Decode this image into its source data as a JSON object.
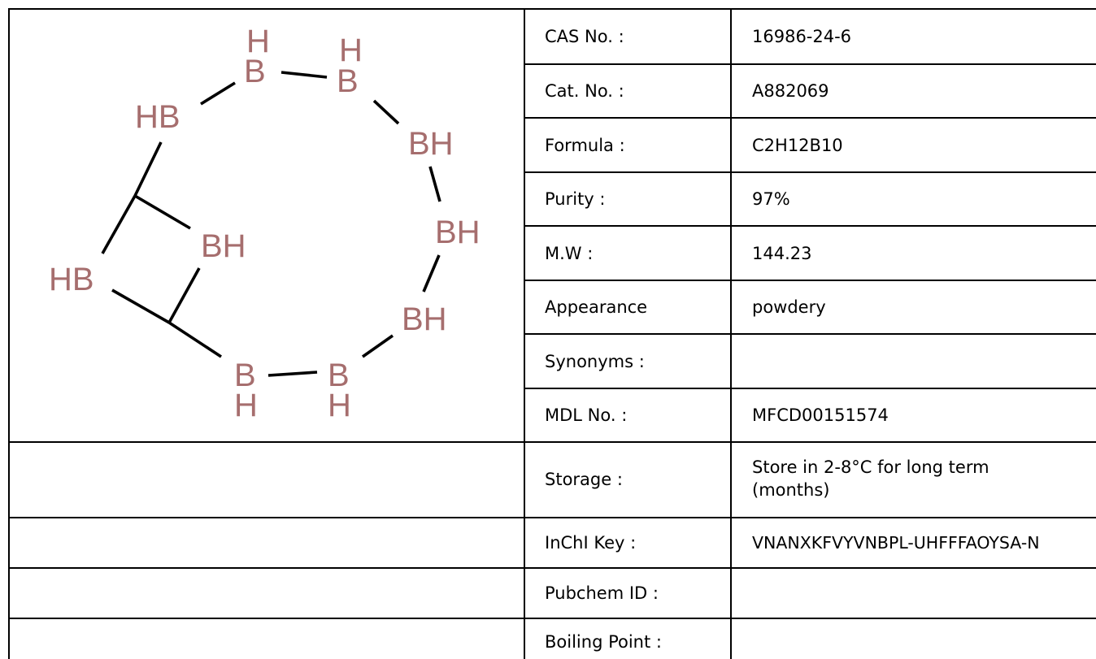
{
  "structure": {
    "atoms": [
      "H",
      "B",
      "H",
      "B",
      "HB",
      "BH",
      "BH",
      "BH",
      "BH",
      "HB",
      "B",
      "H",
      "B",
      "H"
    ]
  },
  "properties": [
    {
      "label": "CAS No. :",
      "value": "16986-24-6"
    },
    {
      "label": "Cat. No. :",
      "value": "A882069"
    },
    {
      "label": "Formula :",
      "value": "C2H12B10"
    },
    {
      "label": "Purity :",
      "value": "97%"
    },
    {
      "label": "M.W :",
      "value": "144.23"
    },
    {
      "label": "Appearance",
      "value": "powdery"
    },
    {
      "label": "Synonyms :",
      "value": ""
    },
    {
      "label": "MDL No. :",
      "value": "MFCD00151574"
    },
    {
      "label": "Storage :",
      "value": "Store in 2-8°C for long term (months)"
    },
    {
      "label": "InChI Key :",
      "value": "VNANXKFVYVNBPL-UHFFFAOYSA-N"
    },
    {
      "label": "Pubchem ID :",
      "value": ""
    },
    {
      "label": "Boiling Point :",
      "value": ""
    }
  ]
}
